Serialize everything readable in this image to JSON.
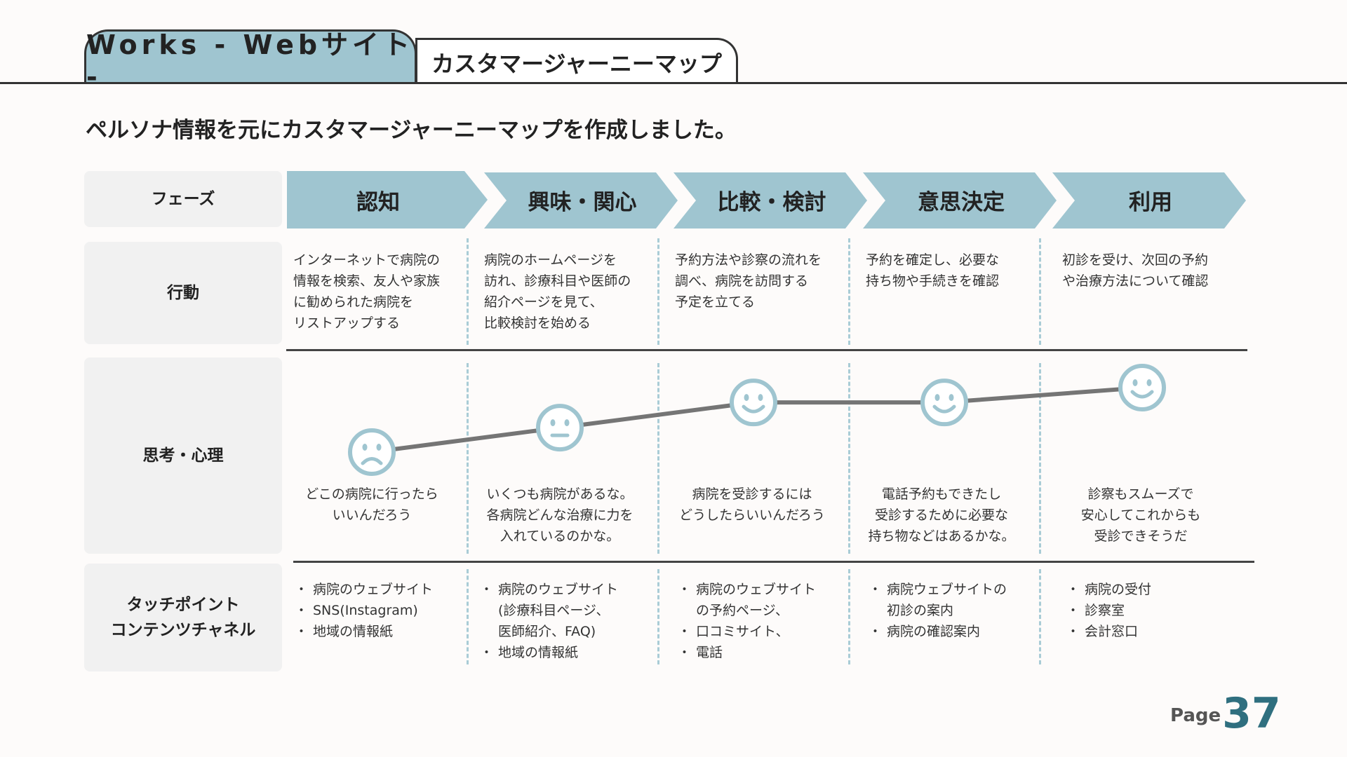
{
  "header": {
    "works_tab": "Works - Webサイト -",
    "sub_tab": "カスタマージャーニーマップ"
  },
  "intro": "ペルソナ情報を元にカスタマージャーニーマップを作成しました。",
  "row_labels": {
    "phase": "フェーズ",
    "action": "行動",
    "thought": "思考・心理",
    "touchpoint_line1": "タッチポイント",
    "touchpoint_line2": "コンテンツチャネル"
  },
  "phases": [
    {
      "name": "認知",
      "action": [
        "インターネットで病院の",
        "情報を検索、友人や家族",
        "に勧められた病院を",
        "リストアップする"
      ],
      "thought": [
        "どこの病院に行ったら",
        "いいんだろう"
      ],
      "touchpoints": [
        {
          "text": "病院のウェブサイト",
          "cont": false
        },
        {
          "text": "SNS(Instagram)",
          "cont": false
        },
        {
          "text": "地域の情報紙",
          "cont": false
        }
      ]
    },
    {
      "name": "興味・関心",
      "action": [
        "病院のホームページを",
        "訪れ、診療科目や医師の",
        "紹介ページを見て、",
        "比較検討を始める"
      ],
      "thought": [
        "いくつも病院があるな。",
        "各病院どんな治療に力を",
        "入れているのかな。"
      ],
      "touchpoints": [
        {
          "text": "病院のウェブサイト",
          "cont": false
        },
        {
          "text": "(診療科目ページ、",
          "cont": true
        },
        {
          "text": "医師紹介、FAQ)",
          "cont": true
        },
        {
          "text": "地域の情報紙",
          "cont": false
        }
      ]
    },
    {
      "name": "比較・検討",
      "action": [
        "予約方法や診察の流れを",
        "調べ、病院を訪問する",
        "予定を立てる"
      ],
      "thought": [
        "病院を受診するには",
        "どうしたらいいんだろう"
      ],
      "touchpoints": [
        {
          "text": "病院のウェブサイト",
          "cont": false
        },
        {
          "text": "の予約ページ、",
          "cont": true
        },
        {
          "text": "口コミサイト、",
          "cont": false
        },
        {
          "text": "電話",
          "cont": false
        }
      ]
    },
    {
      "name": "意思決定",
      "action": [
        "予約を確定し、必要な",
        "持ち物や手続きを確認"
      ],
      "thought": [
        "電話予約もできたし",
        "受診するために必要な",
        "持ち物などはあるかな。"
      ],
      "touchpoints": [
        {
          "text": "病院ウェブサイトの",
          "cont": false
        },
        {
          "text": "初診の案内",
          "cont": true
        },
        {
          "text": "病院の確認案内",
          "cont": false
        }
      ]
    },
    {
      "name": "利用",
      "action": [
        "初診を受け、次回の予約",
        "や治療方法について確認"
      ],
      "thought": [
        "診察もスムーズで",
        "安心してこれからも",
        "受診できそうだ"
      ],
      "touchpoints": [
        {
          "text": "病院の受付",
          "cont": false
        },
        {
          "text": "診察室",
          "cont": false
        },
        {
          "text": "会計窓口",
          "cont": false
        }
      ]
    }
  ],
  "emotion": {
    "faces": [
      "sad-face-icon",
      "neutral-face-icon",
      "smile-face-icon",
      "smile-face-icon",
      "smile-face-icon"
    ],
    "levels": [
      0.0,
      0.33,
      0.67,
      0.67,
      0.87
    ]
  },
  "colors": {
    "accent": "#9fc5d0",
    "accent_dark": "#2f6f7f",
    "label_bg": "#f1f1f1",
    "line": "#757575"
  },
  "footer": {
    "page_word": "Page",
    "page_number": "37"
  }
}
